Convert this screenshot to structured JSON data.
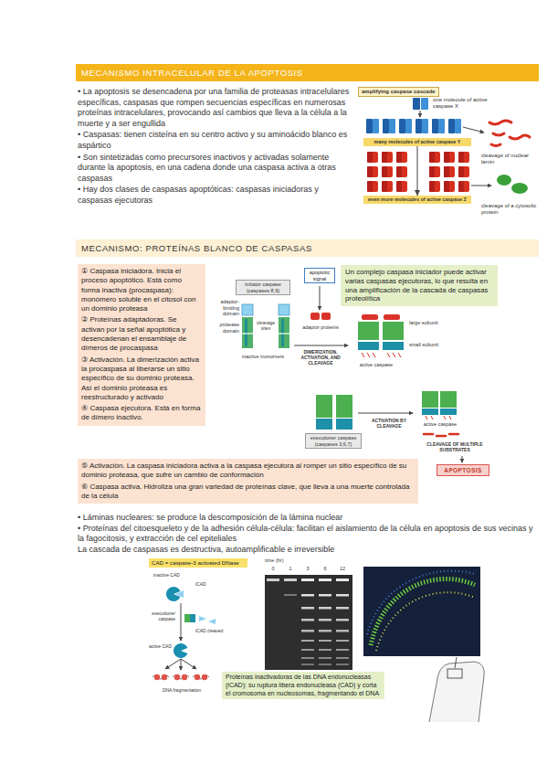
{
  "diagram": {
    "nodes": [
      {
        "text": [
          "MECANISMO INTRACELULAR DE LA APOPTOSIS"
        ]
      },
      {
        "text": [
          "amplifying caspase cascade"
        ]
      },
      {
        "text": [
          "many molecules of active caspase Y"
        ]
      },
      {
        "text": [
          "even more molecules of active caspase Z"
        ]
      },
      {
        "text": [
          "MECANISMO: PROTEÍNAS BLANCO DE CASPASAS"
        ]
      },
      {
        "text": [
          "① Caspasa iniciadora. Inicia el proceso apoptótico. Está como forma inactiva (procaspasa): monómero soluble en el citosol con un dominio proteasa",
          "② Proteínas adaptadoras. Se activan por la señal apoptótica y desencadenan el ensamblaje de dímeros de procaspasa",
          "③ Activación. La dimerización activa la procaspasa al liberarse un sitio específico de su dominio proteasa. Así el dominio proteasa es reestructurado y activado",
          "④ Caspasa ejecutora. Está en forma de dímero inactivo."
        ]
      },
      {
        "text": [
          "⑤ Activación. La caspasa iniciadora activa a la caspasa ejecutora al romper un sitio específico de su dominio proteasa, que sufre un cambio de conformación",
          "⑥ Caspasa activa. Hidroliza una gran variedad de proteínas clave, que lleva a una muerte controlada de la célula"
        ]
      },
      {
        "text": [
          "apoptotic signal"
        ]
      },
      {
        "text": [
          "Un complejo caspasa iniciador puede activar varias caspasas ejecutoras, lo que resulta en una amplificación de la cascada de caspasas proteolítica"
        ]
      },
      {
        "text": [
          "initiator caspase (caspases 8,9)"
        ]
      },
      {
        "text": [
          "executioner caspase (caspases 3,6,7)"
        ]
      },
      {
        "text": [
          "APOPTOSIS"
        ]
      },
      {
        "text": [
          "CAD = caspase-3 activated DNase"
        ]
      },
      {
        "text": [
          "Proteínas inactivadoras de las DNA endonucleasas (iCAD): su ruptura libera endonucleasa (CAD) y corta el cromosoma en nucleosomas, fragmentando el DNA"
        ]
      }
    ],
    "edges": [
      {
        "from": 2,
        "to": 3,
        "arrow": "to"
      }
    ],
    "labels": [
      "• La apoptosis se desencadena por una familia de proteasas intracelulares específicas, caspasas que rompen secuencias específicas en numerosas proteínas intracelulares, provocando así cambios que lleva a la célula a la muerte y a ser engullida",
      "• Caspasas: tienen cisteína en su centro activo y su aminoácido blanco es aspártico",
      "• Son sintetizadas como precursores inactivos y activadas solamente durante la apoptosis, en una cadena donde una caspasa activa a otras caspasas",
      "• Hay dos clases de caspasas apoptóticas: caspasas iniciadoras y caspasas ejecutoras",
      "one molecule of active caspase X",
      "cleavage of nuclear lamin",
      "cleavage of a cytosolic protein",
      "adaptor- binding domain",
      "protease domain",
      "cleavage sites",
      "inactive monomers",
      "adaptor proteins",
      "DIMERIZATION, ACTIVATION, AND CLEAVAGE",
      "large subunit",
      "small subunit",
      "active caspase",
      "ACTIVATION BY CLEAVAGE",
      "active caspase",
      "CLEAVAGE OF MULTIPLE SUBSTRATES",
      "• Láminas nucleares: se produce la descomposición de la lámina nuclear",
      "• Proteínas del citoesqueleto y de la adhesión célula-célula: facilitan el aislamiento de la célula en apoptosis de sus vecinas y la fagocitosis, y extracción de cel epiteliales",
      "La cascada de caspasas es destructiva, autoamplificable e irreversible",
      "inactive CAD",
      "iCAD",
      "executioner caspase",
      "iCAD cleaved",
      "active CAD",
      "DNA fragmentation",
      "time (hr)",
      "0",
      "1",
      "3",
      "6",
      "12"
    ]
  }
}
